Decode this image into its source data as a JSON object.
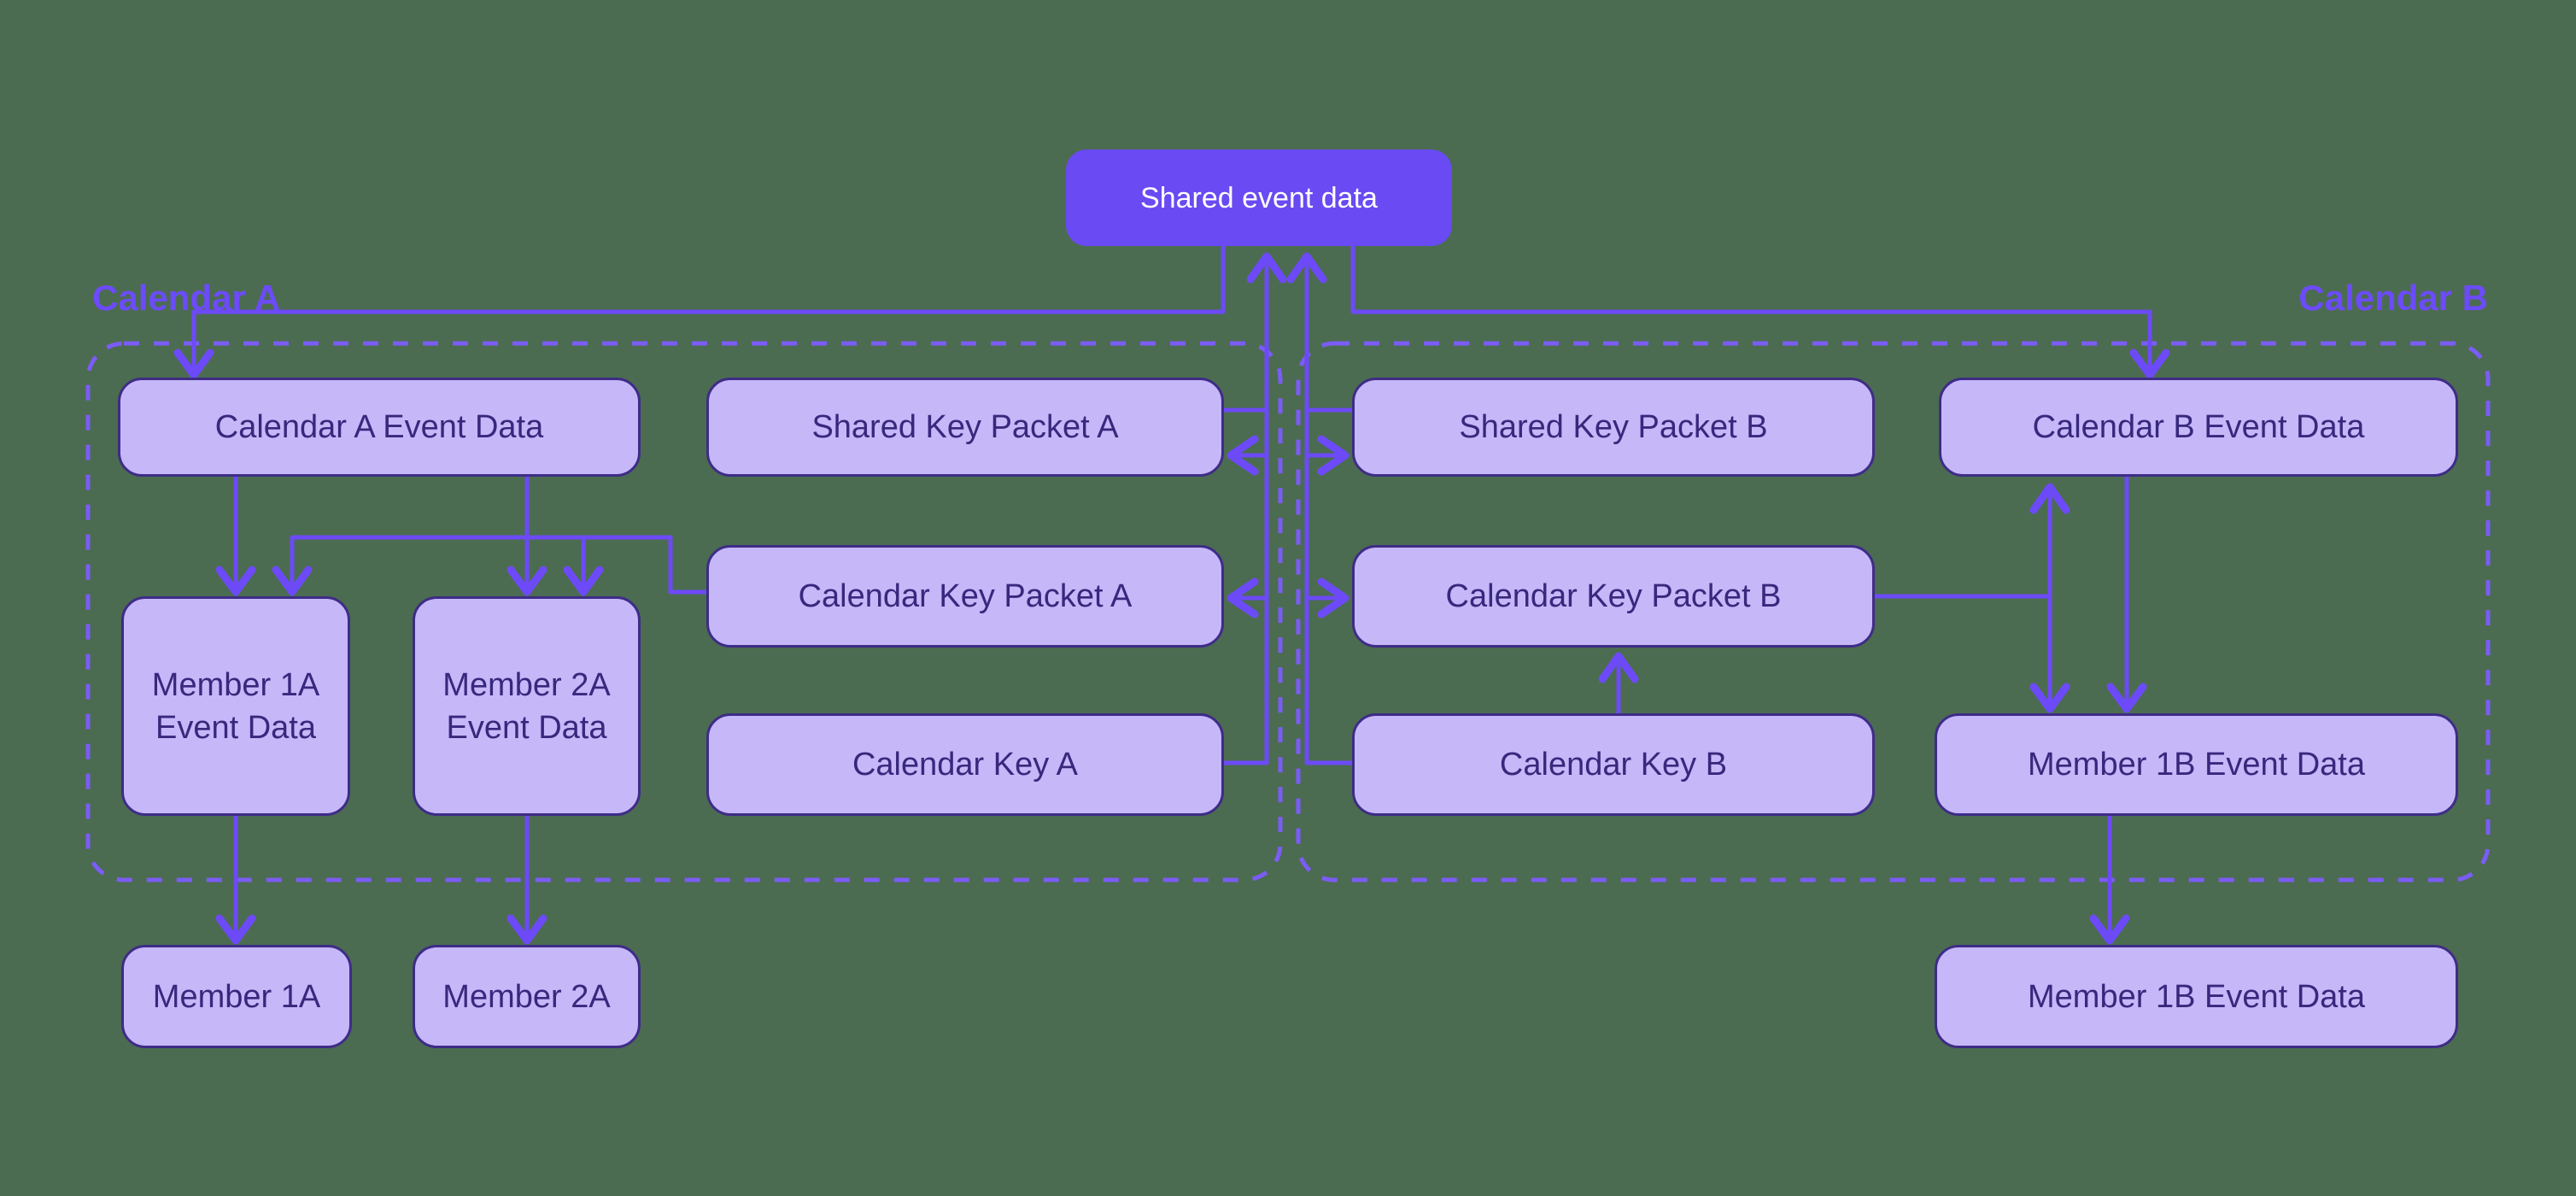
{
  "colors": {
    "bg": "#4B6C50",
    "line": "#6D4AF8",
    "group-border": "#7B5CF6",
    "group-label": "#6C4BFA",
    "node-fill": "#C6B7F9",
    "node-border": "#3E2C87",
    "node-text": "#38287D",
    "primary-fill": "#6A4AF2",
    "primary-text": "#FFFFFF"
  },
  "groups": {
    "calendar_a": {
      "label": "Calendar A"
    },
    "calendar_b": {
      "label": "Calendar B"
    }
  },
  "nodes": {
    "shared_event_data": {
      "label": "Shared event data"
    },
    "calendar_a_event_data": {
      "label": "Calendar A Event Data"
    },
    "shared_key_packet_a": {
      "label": "Shared Key Packet A"
    },
    "calendar_key_packet_a": {
      "label": "Calendar Key Packet A"
    },
    "calendar_key_a": {
      "label": "Calendar Key A"
    },
    "member_1a_event_data": {
      "label": "Member 1A Event Data"
    },
    "member_2a_event_data": {
      "label": "Member 2A Event Data"
    },
    "member_1a": {
      "label": "Member 1A"
    },
    "member_2a": {
      "label": "Member 2A"
    },
    "shared_key_packet_b": {
      "label": "Shared Key Packet B"
    },
    "calendar_key_packet_b": {
      "label": "Calendar Key Packet B"
    },
    "calendar_key_b": {
      "label": "Calendar Key B"
    },
    "calendar_b_event_data": {
      "label": "Calendar B Event Data"
    },
    "member_1b_event_data_top": {
      "label": "Member 1B Event Data"
    },
    "member_1b_event_data_bottom": {
      "label": "Member 1B Event Data"
    }
  }
}
